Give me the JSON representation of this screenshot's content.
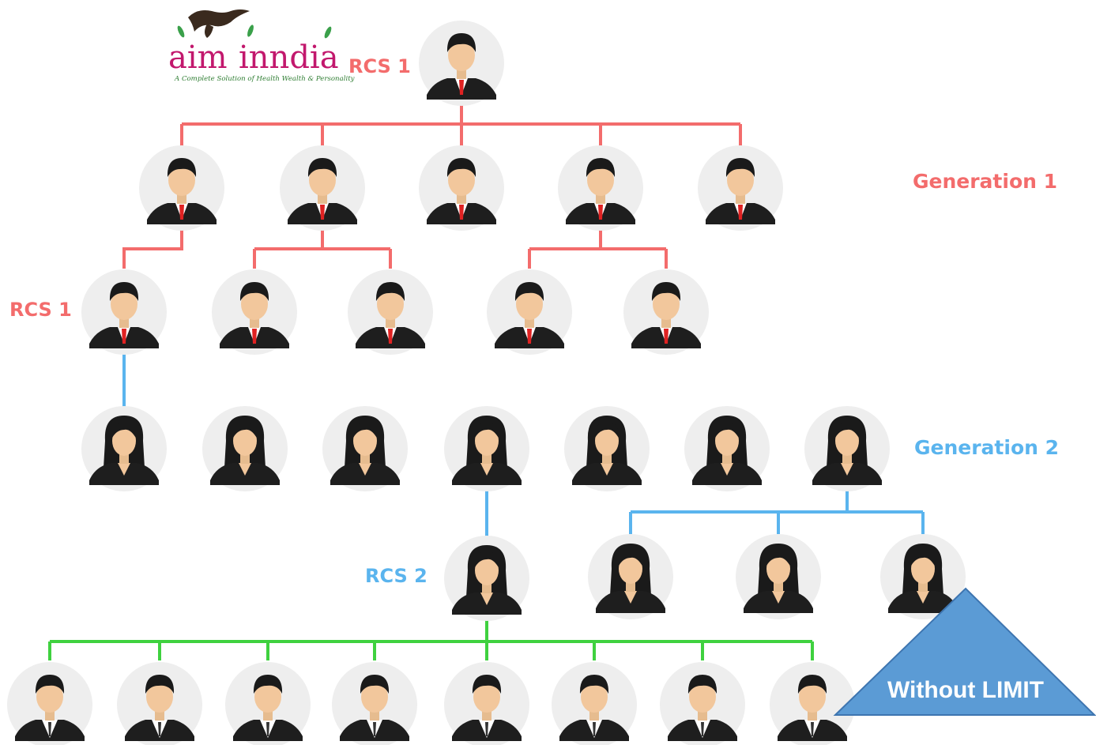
{
  "logo": {
    "brand_part1": "aim",
    "brand_part2": "inndia",
    "tagline": "A Complete Solution of Health Wealth & Personality"
  },
  "labels": {
    "top_rcs": "RCS 1",
    "generation1": "Generation 1",
    "left_rcs": "RCS 1",
    "generation2": "Generation 2",
    "rcs2": "RCS 2"
  },
  "callout": {
    "text": "Without LIMIT"
  },
  "colors": {
    "red": "#f36c6c",
    "blue": "#5ab4ee",
    "green": "#3fd13f",
    "magenta": "#c2186d",
    "triangle": "#5b9bd5",
    "triangle_border": "#3e75b0"
  },
  "tree": {
    "root": {
      "figure": "man",
      "line": "red"
    },
    "generation1": [
      {
        "figure": "man",
        "line": "red"
      },
      {
        "figure": "man",
        "line": "red"
      },
      {
        "figure": "man",
        "line": "red"
      },
      {
        "figure": "man",
        "line": "red"
      },
      {
        "figure": "man",
        "line": "red"
      }
    ],
    "row3": [
      {
        "figure": "man",
        "parent": "generation1.0"
      },
      {
        "figure": "man",
        "parent": "generation1.1"
      },
      {
        "figure": "man",
        "parent": "generation1.1"
      },
      {
        "figure": "man",
        "parent": "generation1.3"
      },
      {
        "figure": "man",
        "parent": "generation1.3"
      }
    ],
    "generation2": [
      {
        "figure": "woman"
      },
      {
        "figure": "woman"
      },
      {
        "figure": "woman"
      },
      {
        "figure": "woman"
      },
      {
        "figure": "woman"
      },
      {
        "figure": "woman"
      },
      {
        "figure": "woman"
      }
    ],
    "row5": [
      {
        "figure": "woman",
        "parent": "generation2.3"
      },
      {
        "figure": "woman",
        "parent": "generation2.6"
      },
      {
        "figure": "woman",
        "parent": "generation2.6"
      },
      {
        "figure": "woman",
        "parent": "generation2.6"
      }
    ],
    "bottom": [
      {
        "figure": "man-white-shirt"
      },
      {
        "figure": "man-white-shirt"
      },
      {
        "figure": "man-white-shirt"
      },
      {
        "figure": "man-white-shirt"
      },
      {
        "figure": "man-white-shirt"
      },
      {
        "figure": "man-white-shirt"
      },
      {
        "figure": "man-white-shirt"
      },
      {
        "figure": "man-white-shirt"
      }
    ]
  }
}
